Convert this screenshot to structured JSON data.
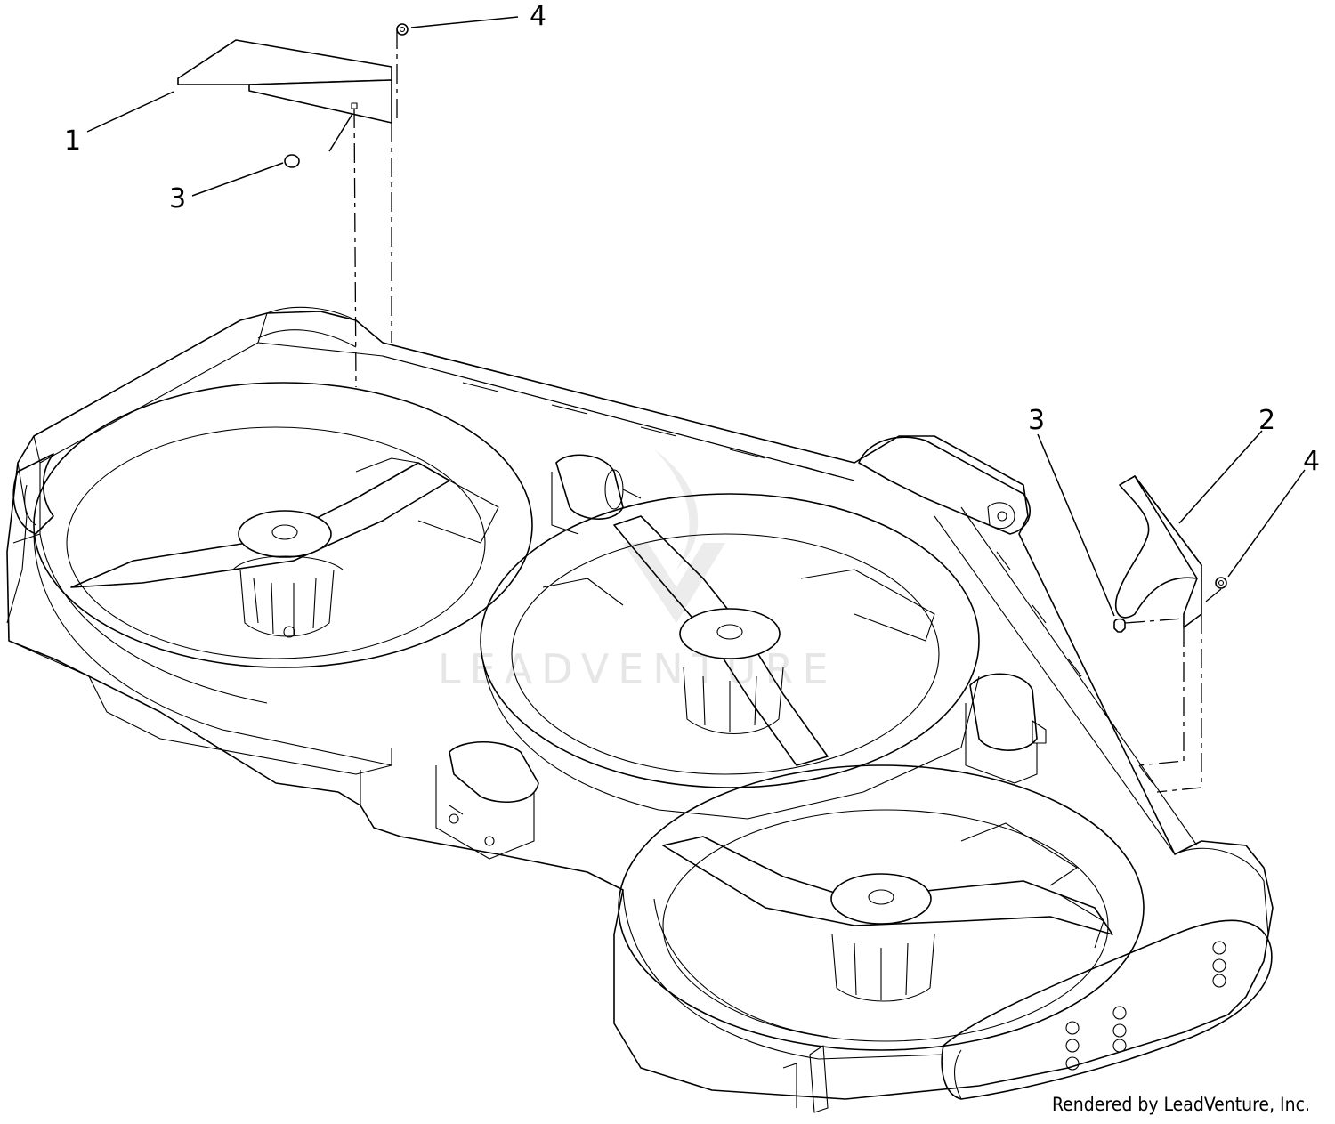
{
  "callouts": [
    {
      "id": "callout-1",
      "label": "1"
    },
    {
      "id": "callout-2",
      "label": "2"
    },
    {
      "id": "callout-3-left",
      "label": "3"
    },
    {
      "id": "callout-3-right",
      "label": "3"
    },
    {
      "id": "callout-4-top",
      "label": "4"
    },
    {
      "id": "callout-4-right",
      "label": "4"
    }
  ],
  "watermark": "LEADVENTURE",
  "credit": "Rendered by LeadVenture, Inc."
}
